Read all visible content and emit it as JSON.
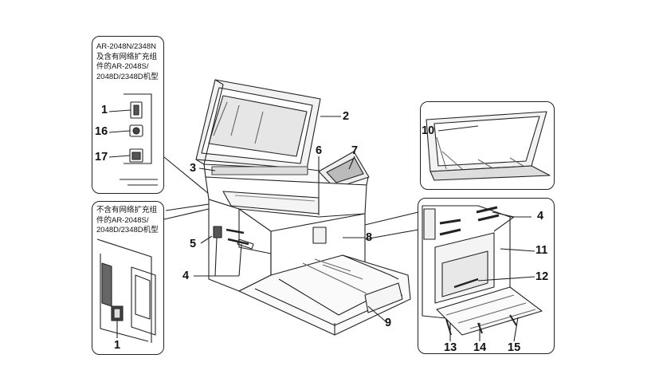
{
  "inset_notes": {
    "networked": "AR-2048N/2348N\n及含有网络扩充组\n件的AR-2048S/\n2048D/2348D机型",
    "non_networked": "不含有网络扩充组\n件的AR-2048S/\n2048D/2348D机型"
  },
  "callouts": {
    "c1_top": "1",
    "c16": "16",
    "c17": "17",
    "c1_bottom": "1",
    "c2": "2",
    "c3": "3",
    "c4_main": "4",
    "c5": "5",
    "c6": "6",
    "c7": "7",
    "c8": "8",
    "c9": "9",
    "c10": "10",
    "c4_right": "4",
    "c11": "11",
    "c12": "12",
    "c13": "13",
    "c14": "14",
    "c15": "15"
  }
}
